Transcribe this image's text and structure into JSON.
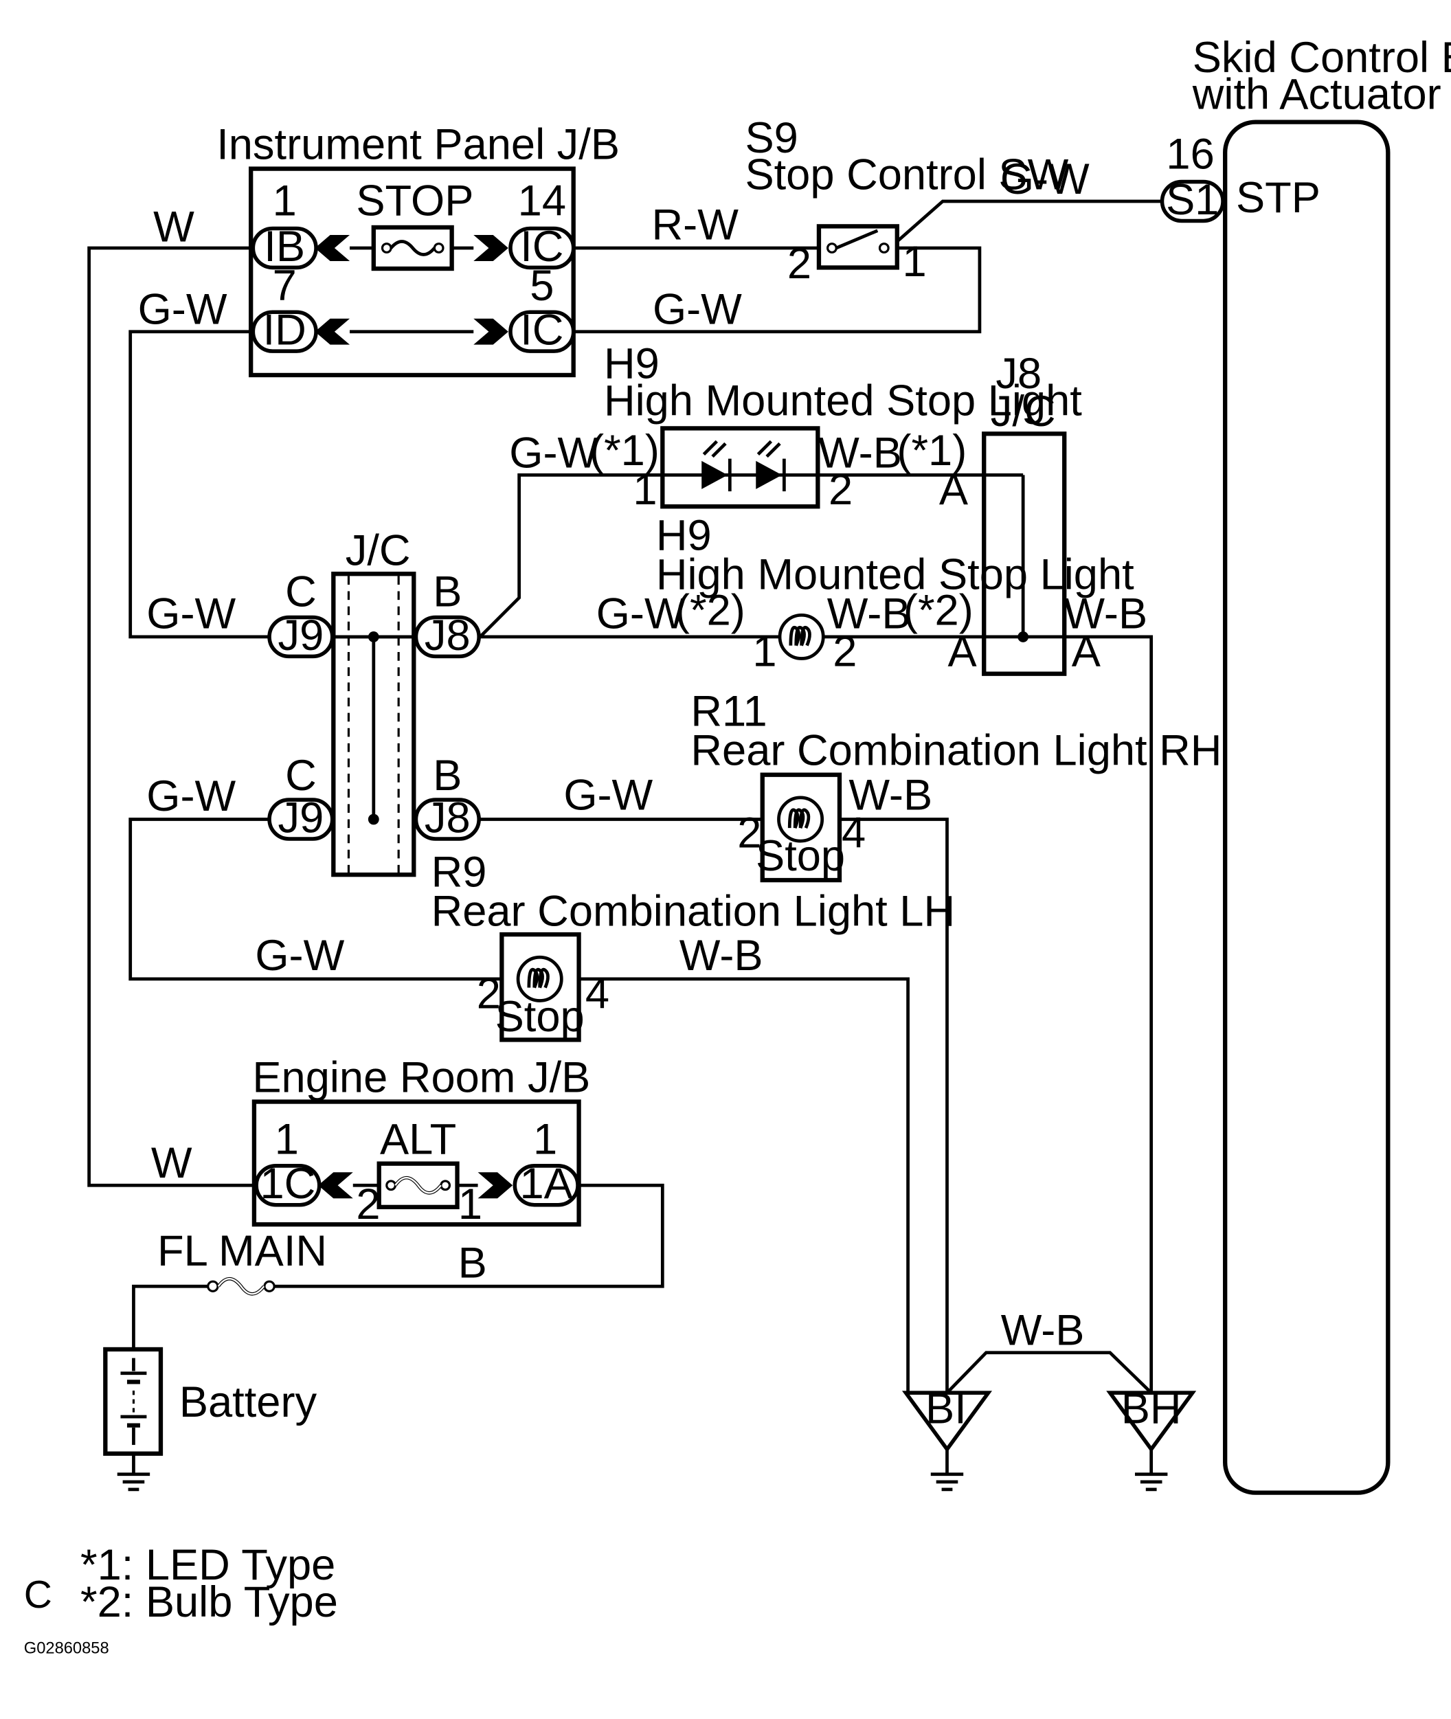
{
  "components": {
    "instrument_panel_jb": "Instrument Panel J/B",
    "stop_fuse": "STOP",
    "s9_code": "S9",
    "s9_name": "Stop Control SW",
    "ecu_line1": "Skid Control ECU",
    "ecu_line2": "with Actuator",
    "ecu_terminal": "STP",
    "h9_led_code": "H9",
    "h9_led_name": "High Mounted Stop Light",
    "h9_bulb_code": "H9",
    "h9_bulb_name": "High Mounted Stop Light",
    "j8_code": "J8",
    "j8_name": "J/C",
    "j9_name": "J/C",
    "r11_code": "R11",
    "r11_name": "Rear Combination Light RH",
    "r9_code": "R9",
    "r9_name": "Rear Combination Light LH",
    "stop_rh": "Stop",
    "stop_lh": "Stop",
    "engine_room_jb": "Engine Room J/B",
    "alt_fuse": "ALT",
    "fl_main": "FL MAIN",
    "battery": "Battery"
  },
  "connectors": {
    "ib": "IB",
    "ic_top": "IC",
    "id": "ID",
    "ic_bottom": "IC",
    "s1": "S1",
    "j9_top": "J9",
    "j8_top": "J8",
    "j9_bottom": "J9",
    "j8_bottom": "J8",
    "c1c": "1C",
    "c1a": "1A",
    "bi": "BI",
    "bh": "BH"
  },
  "pins": {
    "ib": "1",
    "ic_top": "14",
    "id": "7",
    "ic_bottom": "5",
    "s9_left": "2",
    "s9_right": "1",
    "s1": "16",
    "h9led_left": "1",
    "h9led_right": "2",
    "j8_a_top": "A",
    "h9bulb_left": "1",
    "h9bulb_right": "2",
    "j8_a_mid_left": "A",
    "j8_a_mid_right": "A",
    "j9_c_top": "C",
    "j8_b_top": "B",
    "j9_c_bottom": "C",
    "j8_b_bottom": "B",
    "r11_left": "2",
    "r11_right": "4",
    "r9_left": "2",
    "r9_right": "4",
    "c1c_top": "1",
    "c1a_top": "1",
    "alt_left": "2",
    "alt_right": "1"
  },
  "wires": {
    "w_top": "W",
    "gw_top": "G-W",
    "rw": "R-W",
    "gw_ic5": "G-W",
    "gw_ecu": "G-W",
    "gw_led": "G-W",
    "star1_left": "(*1)",
    "wb_led": "W-B",
    "star1_right": "(*1)",
    "gw_j9_top": "G-W",
    "gw_bulb": "G-W",
    "star2_left": "(*2)",
    "wb_bulb": "W-B",
    "star2_right": "(*2)",
    "wb_j8_right": "W-B",
    "gw_j9_bottom": "G-W",
    "gw_r11": "G-W",
    "wb_r11": "W-B",
    "gw_r9": "G-W",
    "wb_r9": "W-B",
    "w_bottom": "W",
    "b": "B",
    "wb_ground": "W-B"
  },
  "notes": {
    "note1": "*1: LED Type",
    "note2": "*2: Bulb Type",
    "corner_letter": "C",
    "figure_id": "G02860858"
  }
}
